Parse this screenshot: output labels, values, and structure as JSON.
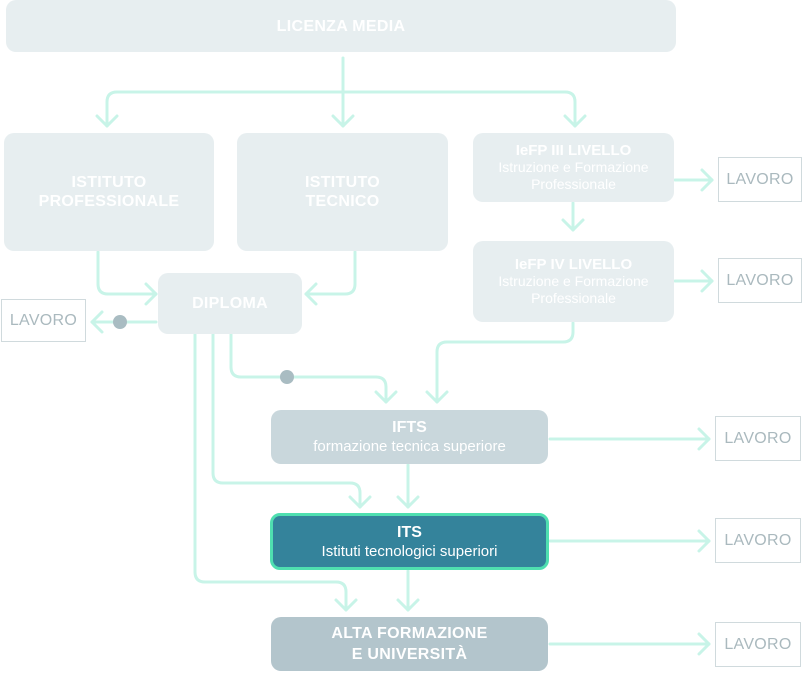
{
  "diagram": {
    "licenza_media": "LICENZA MEDIA",
    "istituto_professionale": "ISTITUTO\nPROFESSIONALE",
    "istituto_tecnico": "ISTITUTO\nTECNICO",
    "iefp3": {
      "title": "IeFP III LIVELLO",
      "subtitle": "Istruzione e Formazione Professionale"
    },
    "iefp4": {
      "title": "IeFP IV LIVELLO",
      "subtitle": "Istruzione e Formazione Professionale"
    },
    "diploma": "DIPLOMA",
    "ifts": {
      "title": "IFTS",
      "subtitle": "formazione tecnica superiore"
    },
    "its": {
      "title": "ITS",
      "subtitle": "Istituti tecnologici superiori"
    },
    "alta_formazione": "ALTA FORMAZIONE\nE UNIVERSITÀ",
    "lavoro": "LAVORO"
  },
  "colors": {
    "connector": "#c8f4e8",
    "dot": "#a9bcc2",
    "pale_box": "#e7eef0",
    "mid_box": "#c9d7dc",
    "its_fill": "#34839b",
    "its_border": "#4fdfb0",
    "alta_box": "#b3c5cc",
    "lavoro_text": "#aab9be"
  }
}
